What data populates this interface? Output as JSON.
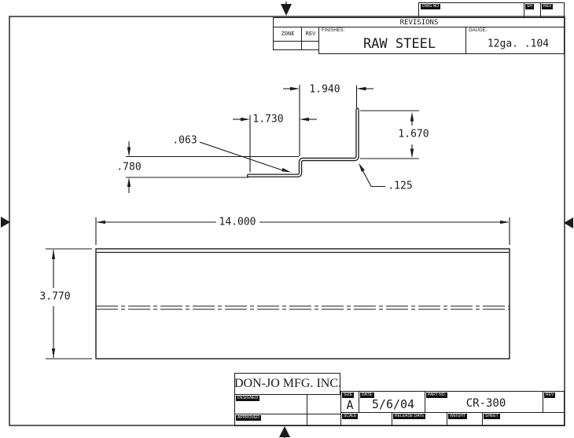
{
  "drawing": {
    "top_strip": {
      "dwg_no": "DWG NO",
      "sh": "SH",
      "rev": "REV"
    },
    "revisions": {
      "title": "REVISIONS",
      "zone": "ZONE",
      "rev": "REV",
      "finishes_label": "FINISHES:",
      "finishes_value": "RAW STEEL",
      "gauge_label": "GAUGE:",
      "gauge_value": "12ga. .104"
    },
    "title_block": {
      "company": "DON-JO MFG. INC.",
      "designed": "DESIGNED",
      "approved": "APPROVED",
      "size_label": "SIZE",
      "size_value": "A",
      "date_label": "DATE:",
      "date_value": "5/6/04",
      "part_no_label": "PART NO.",
      "part_no_value": "CR-300",
      "rev_label": "REV",
      "scale_label": "SCALE",
      "release_date_label": "RELEASE DATE",
      "weight_label": "WEIGHT",
      "sheet_label": "SHEET"
    },
    "dimensions": {
      "top_flange_width": "1.940",
      "bottom_flange_width": "1.730",
      "leg_height": "1.670",
      "offset_height": ".780",
      "material_thickness": ".063",
      "bend_radius": ".125",
      "overall_length": "14.000",
      "overall_width": "3.770"
    },
    "line_color": "#1b1b1b"
  }
}
